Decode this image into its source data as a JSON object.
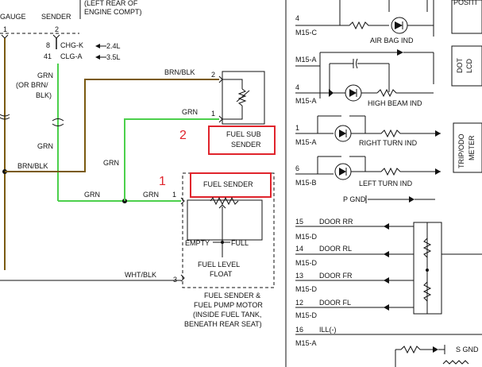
{
  "top_left": {
    "label_a": "GAUGE",
    "label_b": "SENDER",
    "pin_a": "1",
    "pin_b": "2",
    "note_line1": "(LEFT REAR OF",
    "note_line2": "ENGINE COMPT)"
  },
  "connectors": {
    "chg_pin": "8",
    "chg_label": "CHG-K",
    "chg_value": "2.4L",
    "clg_pin": "41",
    "clg_label": "CLG-A",
    "clg_value": "3.5L"
  },
  "wires": {
    "brn_blk_top": "BRN/BLK",
    "grn_left": "GRN",
    "grn_alt_line1": "(OR BRN/",
    "grn_alt_line2": "BLK)",
    "grn_left2": "GRN",
    "brn_blk_left": "BRN/BLK",
    "grn_mid_vert": "GRN",
    "grn_sub": "GRN",
    "grn_bottom_left": "GRN",
    "grn_bottom_right": "GRN",
    "wht_blk": "WHT/BLK"
  },
  "fuel_sub_sender": {
    "pin_top": "2",
    "pin_bottom": "1",
    "line1": "FUEL SUB",
    "line2": "SENDER",
    "callout": "2"
  },
  "fuel_sender": {
    "title": "FUEL SENDER",
    "pin": "1",
    "callout": "1",
    "empty": "EMPTY",
    "full": "FULL",
    "float_line1": "FUEL LEVEL",
    "float_line2": "FLOAT",
    "pin_wht": "3"
  },
  "fuel_pump_note": [
    "FUEL SENDER &",
    "FUEL PUMP MOTOR",
    "(INSIDE FUEL TANK,",
    "BENEATH REAR SEAT)"
  ],
  "indicators": [
    {
      "pin": "4",
      "conn": "M15-C",
      "label": "AIR BAG IND"
    },
    {
      "pin": "",
      "conn": "M15-A",
      "label": ""
    },
    {
      "pin": "4",
      "conn": "M15-A",
      "label": "HIGH BEAM IND"
    },
    {
      "pin": "1",
      "conn": "M15-A",
      "label": "RIGHT TURN IND"
    },
    {
      "pin": "6",
      "conn": "M15-B",
      "label": "LEFT TURN IND"
    }
  ],
  "pgnd": "P GND",
  "doors": [
    {
      "pin": "15",
      "label": "DOOR RR",
      "conn": "M15-D"
    },
    {
      "pin": "14",
      "label": "DOOR RL",
      "conn": "M15-D"
    },
    {
      "pin": "13",
      "label": "DOOR FR",
      "conn": "M15-D"
    },
    {
      "pin": "12",
      "label": "DOOR FL",
      "conn": "M15-D"
    }
  ],
  "ill": {
    "pin": "16",
    "label": "ILL(-)",
    "conn": "M15-A"
  },
  "right_boxes": {
    "dot_lcd": [
      "DOT",
      "LCD"
    ],
    "trip_odo": [
      "TRIP/ODO",
      "METER"
    ],
    "top_right": "POSITI",
    "s_gnd": "S GND"
  }
}
